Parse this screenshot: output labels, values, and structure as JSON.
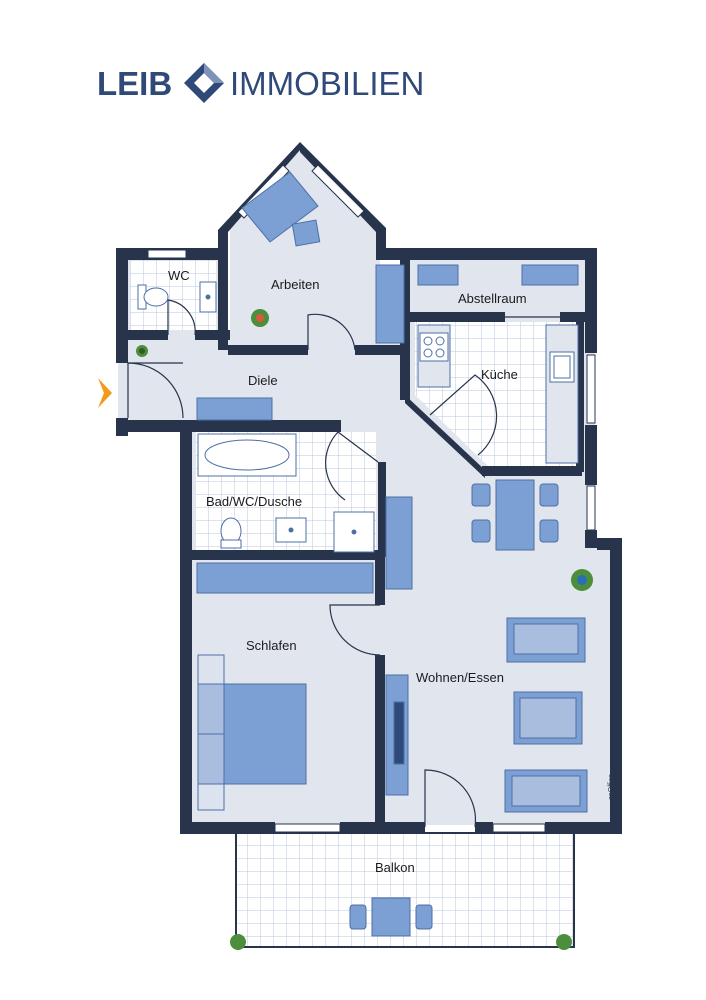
{
  "logo": {
    "brand_left": "LEIB",
    "brand_right": "IMMOBILIEN",
    "primary_color": "#2f4a78"
  },
  "rooms": {
    "wc": "WC",
    "arbeiten": "Arbeiten",
    "abstellraum": "Abstellraum",
    "kueche": "Küche",
    "diele": "Diele",
    "bad": "Bad/WC/Dusche",
    "schlafen": "Schlafen",
    "wohnen": "Wohnen/Essen",
    "balkon": "Balkon"
  },
  "signature": "onOffice",
  "colors": {
    "wall": "#27344b",
    "floor": "#e1e6ee",
    "furniture": "#7c9fd4",
    "furniture_stroke": "#4d6fa6",
    "tile_line": "#b8c7dd",
    "entrance_marker": "#f39a1b"
  }
}
